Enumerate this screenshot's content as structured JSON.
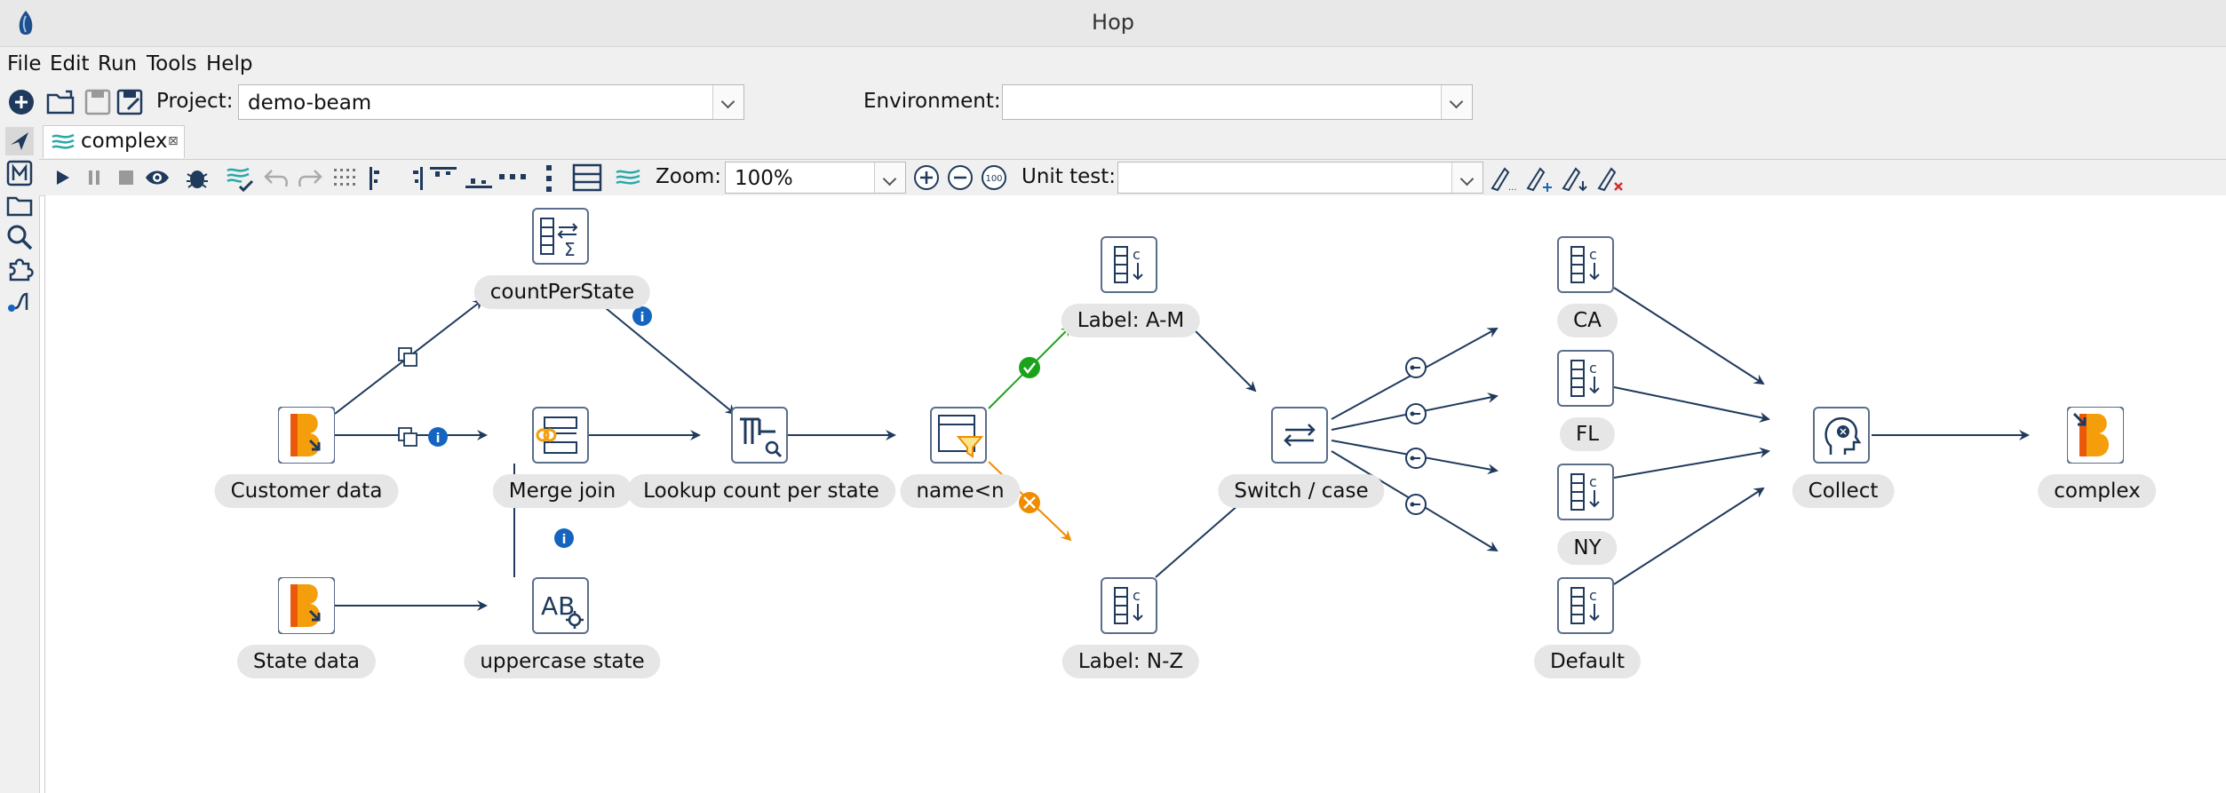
{
  "window": {
    "title": "Hop"
  },
  "menu": {
    "file": "File",
    "edit": "Edit",
    "run": "Run",
    "tools": "Tools",
    "help": "Help"
  },
  "toolbar": {
    "project_label": "Project:",
    "project_value": "demo-beam",
    "environment_label": "Environment:",
    "environment_value": ""
  },
  "tab": {
    "name": "complex"
  },
  "pipeline_toolbar": {
    "zoom_label": "Zoom:",
    "zoom_value": "100%",
    "unit_test_label": "Unit test:",
    "unit_test_value": ""
  },
  "transforms": [
    {
      "name": "countPerState"
    },
    {
      "name": "Customer data"
    },
    {
      "name": "Merge join"
    },
    {
      "name": "Lookup count per state"
    },
    {
      "name": "name<n"
    },
    {
      "name": "Label: A-M"
    },
    {
      "name": "Label: N-Z"
    },
    {
      "name": "Switch / case"
    },
    {
      "name": "CA"
    },
    {
      "name": "FL"
    },
    {
      "name": "NY"
    },
    {
      "name": "Default"
    },
    {
      "name": "Collect"
    },
    {
      "name": "complex"
    },
    {
      "name": "State data"
    },
    {
      "name": "uppercase state"
    }
  ],
  "colors": {
    "hop": "#1f3a5c",
    "true_hop": "#1aa31a",
    "false_hop": "#f08c00",
    "info": "#1565c0"
  }
}
